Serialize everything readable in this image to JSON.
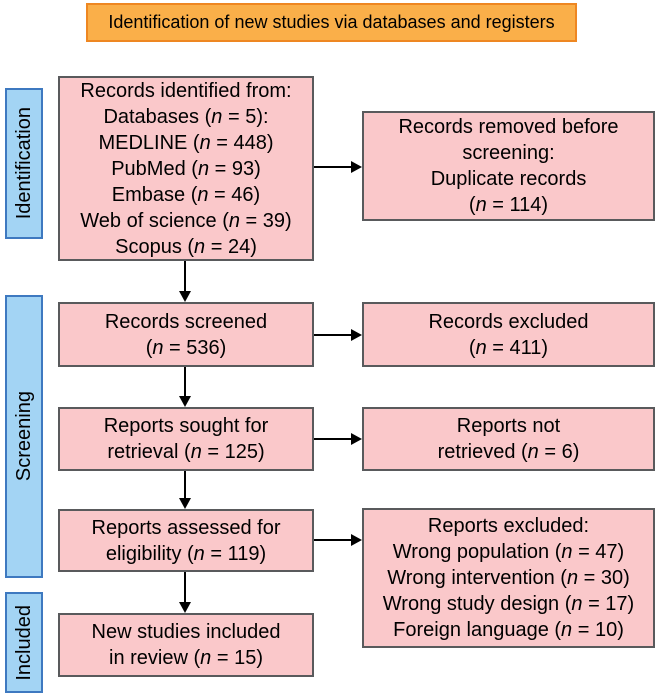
{
  "header": {
    "title": "Identification of new studies via databases and registers"
  },
  "n_symbol": "n",
  "sidebar": {
    "identification_label": "Identification",
    "screening_label": "Screening",
    "included_label": "Included"
  },
  "colors": {
    "header_fill": "#FAAF49",
    "header_border": "#EE8722",
    "box_fill": "#FAC8CA",
    "box_border": "#595A5C",
    "stage_fill": "#A3D4F4",
    "stage_border": "#3E79C0",
    "arrow": "#000000"
  },
  "boxes": {
    "records_identified": {
      "lines": [
        {
          "text": "Records identified from:"
        },
        {
          "pre": "Databases (",
          "post": " = 5):"
        },
        {
          "pre": "MEDLINE (",
          "post": " = 448)"
        },
        {
          "pre": "PubMed (",
          "post": " = 93)"
        },
        {
          "pre": "Embase (",
          "post": " = 46)"
        },
        {
          "pre": "Web of science (",
          "post": " = 39)"
        },
        {
          "pre": "Scopus (",
          "post": " = 24)"
        }
      ]
    },
    "records_removed": {
      "lines": [
        {
          "text": "Records removed before"
        },
        {
          "text": "screening:"
        },
        {
          "text": "Duplicate records"
        },
        {
          "pre": "(",
          "post": " = 114)"
        }
      ]
    },
    "records_screened": {
      "lines": [
        {
          "text": "Records screened"
        },
        {
          "pre": "(",
          "post": " = 536)"
        }
      ]
    },
    "records_excluded": {
      "lines": [
        {
          "text": "Records excluded"
        },
        {
          "pre": "(",
          "post": " = 411)"
        }
      ]
    },
    "reports_sought": {
      "lines": [
        {
          "text": "Reports sought for"
        },
        {
          "pre": "retrieval (",
          "post": " = 125)"
        }
      ]
    },
    "reports_not_retrieved": {
      "lines": [
        {
          "text": "Reports not"
        },
        {
          "pre": "retrieved (",
          "post": " = 6)"
        }
      ]
    },
    "reports_assessed": {
      "lines": [
        {
          "text": "Reports assessed for"
        },
        {
          "pre": "eligibility (",
          "post": " = 119)"
        }
      ]
    },
    "reports_excluded": {
      "lines": [
        {
          "text": "Reports excluded:"
        },
        {
          "pre": "Wrong population (",
          "post": " = 47)"
        },
        {
          "pre": "Wrong intervention (",
          "post": " = 30)"
        },
        {
          "pre": "Wrong study design (",
          "post": " = 17)"
        },
        {
          "pre": "Foreign language (",
          "post": " = 10)"
        }
      ]
    },
    "new_studies": {
      "lines": [
        {
          "text": "New studies included"
        },
        {
          "pre": "in review (",
          "post": " = 15)"
        }
      ]
    }
  }
}
